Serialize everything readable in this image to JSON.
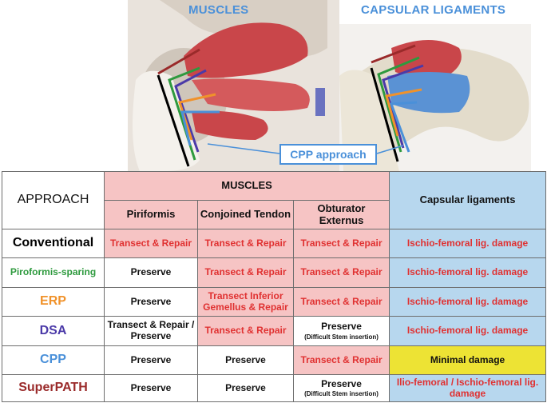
{
  "figure": {
    "title_muscles": "MUSCLES",
    "title_capsular": "CAPSULAR LIGAMENTS",
    "cpp_callout": "CPP approach",
    "colors": {
      "conventional": "#000000",
      "piriformis_sparing": "#2e9a3e",
      "erp": "#f0922b",
      "dsa": "#4b3aa8",
      "cpp": "#4a90d9",
      "superpath": "#9a2a2a"
    }
  },
  "table": {
    "header": {
      "approach": "APPROACH",
      "muscles": "MUSCLES",
      "piriformis": "Piriformis",
      "conjoined": "Conjoined Tendon",
      "obturator": "Obturator Externus",
      "capsular": "Capsular ligaments"
    },
    "rows": [
      {
        "name": "Conventional",
        "color": "#000000",
        "piriformis": "Transect & Repair",
        "conjoined": "Transect & Repair",
        "obturator": "Transect & Repair",
        "obturator_note": "",
        "capsular": "Ischio-femoral lig. damage"
      },
      {
        "name": "Piroformis-sparing",
        "color": "#2e9a3e",
        "piriformis": "Preserve",
        "conjoined": "Transect & Repair",
        "obturator": "Transect & Repair",
        "obturator_note": "",
        "capsular": "Ischio-femoral lig. damage"
      },
      {
        "name": "ERP",
        "color": "#f0922b",
        "piriformis": "Preserve",
        "conjoined": "Transect Inferior Gemellus & Repair",
        "obturator": "Transect & Repair",
        "obturator_note": "",
        "capsular": "Ischio-femoral lig. damage"
      },
      {
        "name": "DSA",
        "color": "#4b3aa8",
        "piriformis": "Transect & Repair / Preserve",
        "conjoined": "Transect & Repair",
        "obturator": "Preserve",
        "obturator_note": "(Difficult Stem insertion)",
        "capsular": "Ischio-femoral lig. damage"
      },
      {
        "name": "CPP",
        "color": "#4a90d9",
        "piriformis": "Preserve",
        "conjoined": "Preserve",
        "obturator": "Transect & Repair",
        "obturator_note": "",
        "capsular": "Minimal damage"
      },
      {
        "name": "SuperPATH",
        "color": "#9a2a2a",
        "piriformis": "Preserve",
        "conjoined": "Preserve",
        "obturator": "Preserve",
        "obturator_note": "(Difficult Stem insertion)",
        "capsular": "Ilio-femoral / Ischio-femoral lig. damage"
      }
    ]
  }
}
